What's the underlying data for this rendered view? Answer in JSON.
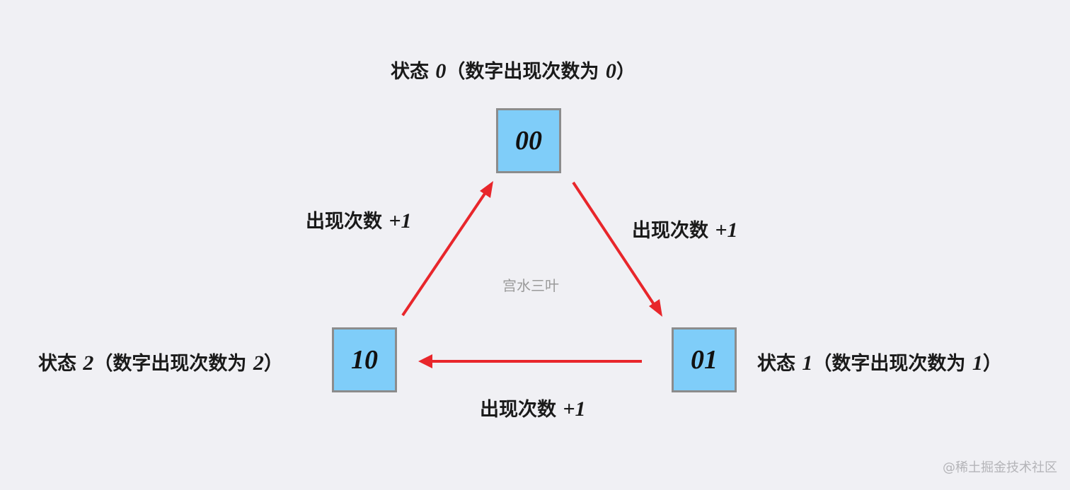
{
  "colors": {
    "background": "#f0f0f4",
    "node_fill": "#7fcdf9",
    "node_border": "#8c8c8c",
    "arrow": "#e8262b"
  },
  "states": [
    {
      "code": "00",
      "label_prefix": "状态 ",
      "label_num": "0",
      "label_mid": "（数字出现次数为 ",
      "label_num2": "0",
      "label_suffix": "）"
    },
    {
      "code": "01",
      "label_prefix": "状态 ",
      "label_num": "1",
      "label_mid": "（数字出现次数为 ",
      "label_num2": "1",
      "label_suffix": "）"
    },
    {
      "code": "10",
      "label_prefix": "状态 ",
      "label_num": "2",
      "label_mid": "（数字出现次数为 ",
      "label_num2": "2",
      "label_suffix": "）"
    }
  ],
  "transitions": [
    {
      "from": "00",
      "to": "01",
      "text": "出现次数 ",
      "inc": "+1"
    },
    {
      "from": "01",
      "to": "10",
      "text": "出现次数 ",
      "inc": "+1"
    },
    {
      "from": "10",
      "to": "00",
      "text": "出现次数 ",
      "inc": "+1"
    }
  ],
  "watermark": "宫水三叶",
  "credit": "@稀土掘金技术社区"
}
